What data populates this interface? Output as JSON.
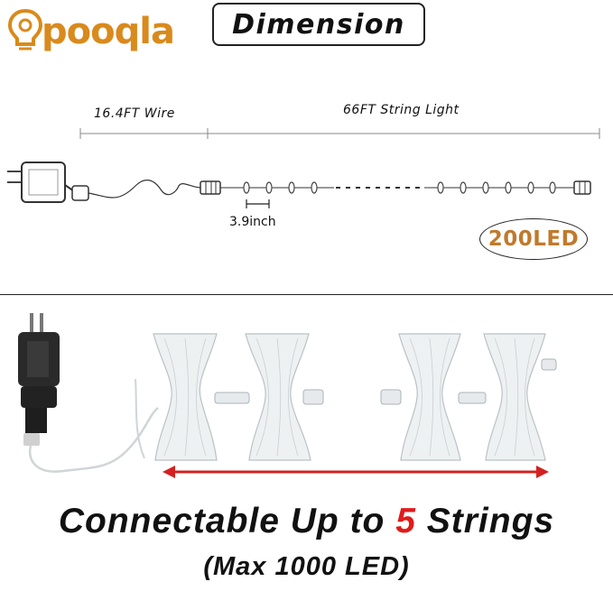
{
  "brand": {
    "name": "pooqla",
    "color": "#d98a1c"
  },
  "title": "Dimension",
  "diagram": {
    "wire_label": "16.4FT Wire",
    "string_label": "66FT String Light",
    "spacing_label": "3.9inch",
    "led_count": "200LED",
    "led_color": "#c07a2c"
  },
  "bottom": {
    "headline_prefix": "Connectable Up to ",
    "headline_number": "5",
    "headline_suffix": " Strings",
    "headline_number_color": "#e01b1b",
    "subline": "(Max 1000 LED)",
    "arrow_color": "#d42020"
  },
  "icons": [
    "lightbulb-icon",
    "power-adapter-icon",
    "connector-icon",
    "bulb-icon",
    "arrow-icon"
  ]
}
